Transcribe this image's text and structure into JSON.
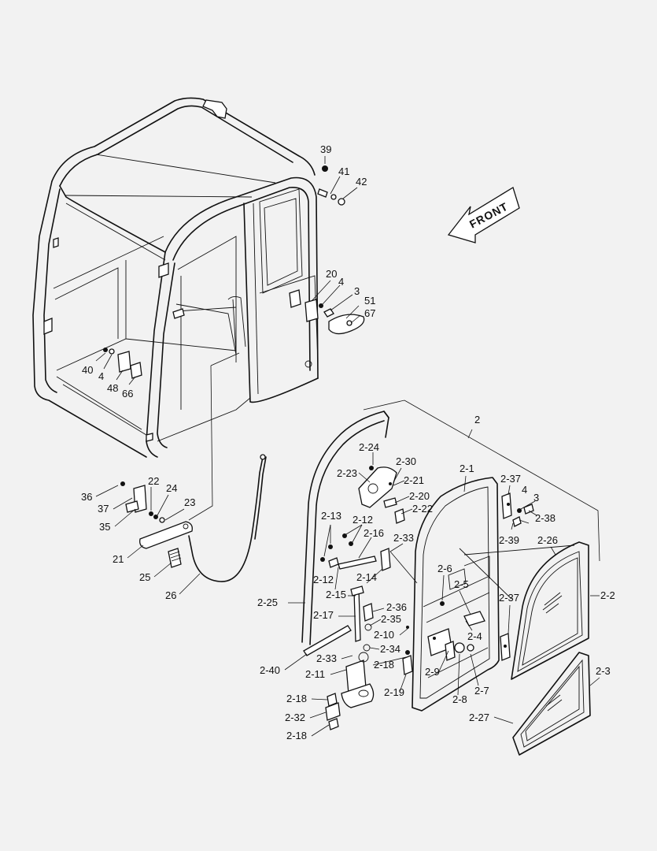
{
  "front_arrow": {
    "label": "FRONT"
  },
  "labels": {
    "l39": "39",
    "l41": "41",
    "l42": "42",
    "l20": "20",
    "l4a": "4",
    "l3a": "3",
    "l51": "51",
    "l67": "67",
    "l40": "40",
    "l4b": "4",
    "l48": "48",
    "l66": "66",
    "l2": "2",
    "l2_24": "2-24",
    "l2_30": "2-30",
    "l2_23": "2-23",
    "l2_21": "2-21",
    "l2_20": "2-20",
    "l2_22": "2-22",
    "l2_1": "2-1",
    "l2_37a": "2-37",
    "l4c": "4",
    "l3b": "3",
    "l2_38": "2-38",
    "l2_39": "2-39",
    "l2_26": "2-26",
    "l2_13": "2-13",
    "l2_12a": "2-12",
    "l2_16": "2-16",
    "l2_33a": "2-33",
    "l2_12b": "2-12",
    "l2_14": "2-14",
    "l2_15": "2-15",
    "l2_6": "2-6",
    "l2_5": "2-5",
    "l2_37b": "2-37",
    "l2_2": "2-2",
    "l2_25": "2-25",
    "l2_36": "2-36",
    "l2_17": "2-17",
    "l2_35": "2-35",
    "l2_10": "2-10",
    "l2_4": "2-4",
    "l2_34": "2-34",
    "l2_33b": "2-33",
    "l2_18a": "2-18",
    "l2_40": "2-40",
    "l2_11": "2-11",
    "l2_9": "2-9",
    "l2_19": "2-19",
    "l2_7": "2-7",
    "l2_8": "2-8",
    "l2_3": "2-3",
    "l2_18b": "2-18",
    "l2_32": "2-32",
    "l2_27": "2-27",
    "l2_18c": "2-18",
    "l36": "36",
    "l22": "22",
    "l24": "24",
    "l37": "37",
    "l23": "23",
    "l35": "35",
    "l21": "21",
    "l25": "25",
    "l26": "26"
  }
}
